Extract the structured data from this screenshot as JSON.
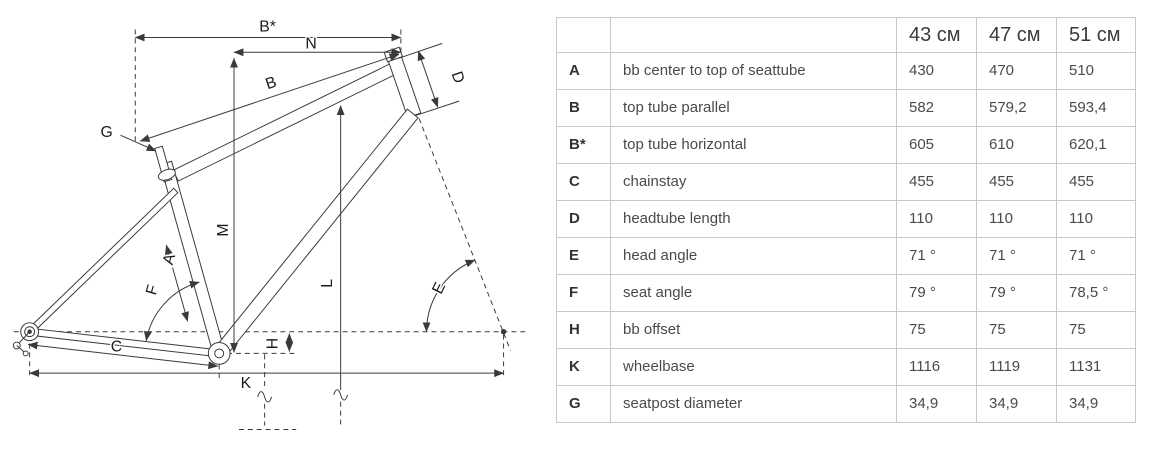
{
  "diagram": {
    "labels": {
      "bstar": "B*",
      "n": "N",
      "b": "B",
      "d": "D",
      "g": "G",
      "m": "M",
      "a": "A",
      "f": "F",
      "l": "L",
      "e": "E",
      "h": "H",
      "c": "C",
      "k": "K"
    }
  },
  "table": {
    "columns": [
      "43 см",
      "47 см",
      "51 см"
    ],
    "rows": [
      {
        "key": "A",
        "label": "bb center to top of seattube",
        "values": [
          "430",
          "470",
          "510"
        ]
      },
      {
        "key": "B",
        "label": "top tube parallel",
        "values": [
          "582",
          "579,2",
          "593,4"
        ]
      },
      {
        "key": "B*",
        "label": "top tube horizontal",
        "values": [
          "605",
          "610",
          "620,1"
        ]
      },
      {
        "key": "C",
        "label": "chainstay",
        "values": [
          "455",
          "455",
          "455"
        ]
      },
      {
        "key": "D",
        "label": "headtube length",
        "values": [
          "110",
          "110",
          "110"
        ]
      },
      {
        "key": "E",
        "label": "head angle",
        "values": [
          "71 °",
          "71 °",
          "71 °"
        ]
      },
      {
        "key": "F",
        "label": "seat angle",
        "values": [
          "79 °",
          "79 °",
          "78,5 °"
        ]
      },
      {
        "key": "H",
        "label": "bb offset",
        "values": [
          "75",
          "75",
          "75"
        ]
      },
      {
        "key": "K",
        "label": "wheelbase",
        "values": [
          "1116",
          "1119",
          "1131"
        ]
      },
      {
        "key": "G",
        "label": "seatpost diameter",
        "values": [
          "34,9",
          "34,9",
          "34,9"
        ]
      }
    ]
  }
}
